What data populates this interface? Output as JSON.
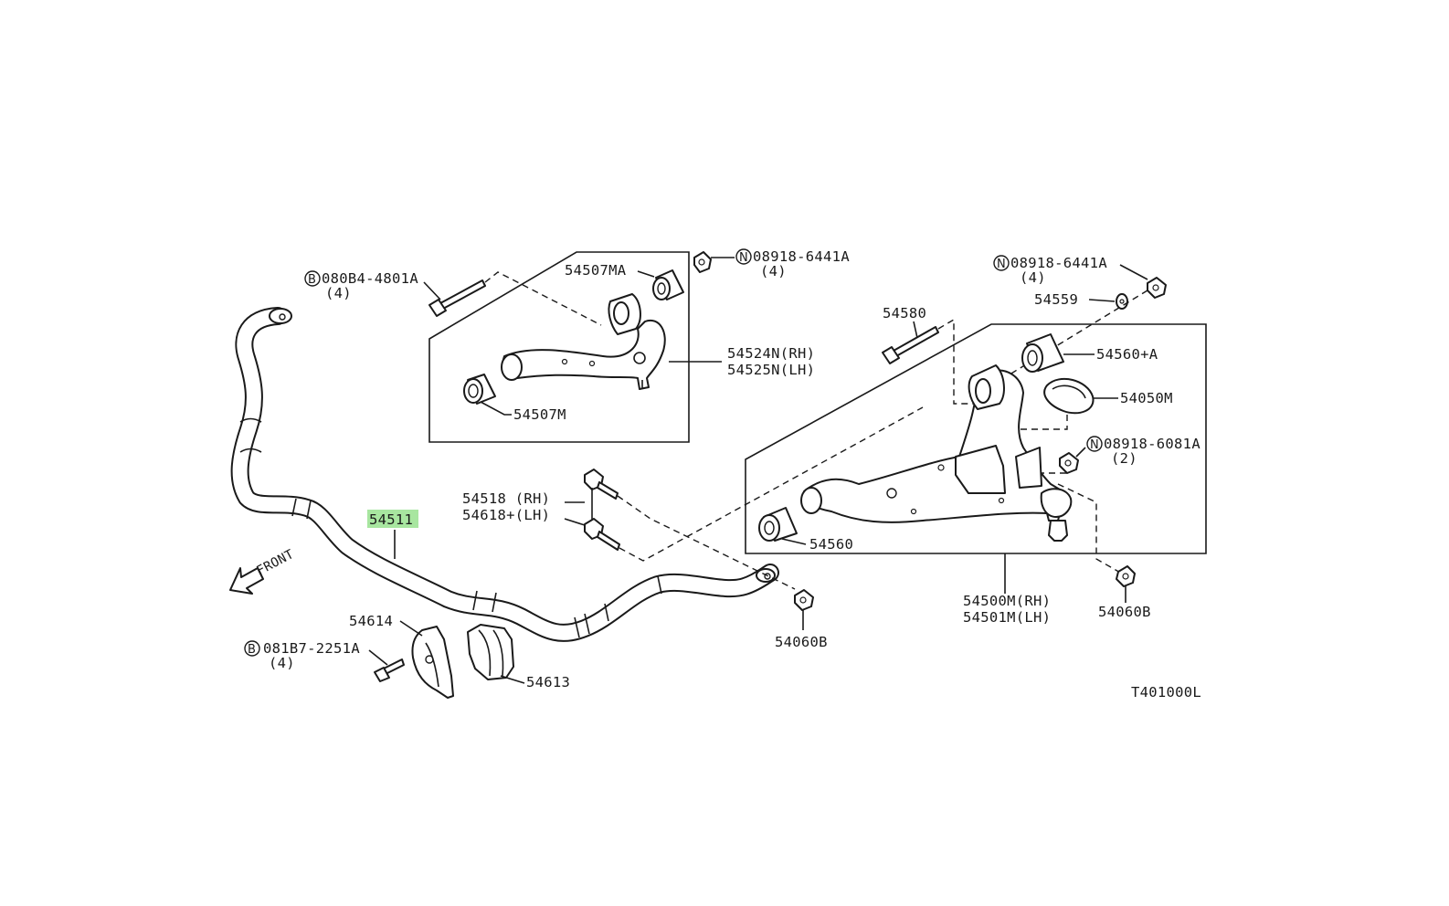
{
  "highlight_color": "#a8e6a0",
  "labels": {
    "stabilizer_bar": "54511",
    "bolt_top_left": "080B4-4801A",
    "bolt_top_left_qty": "(4)",
    "bolt_top_left_prefix": "B",
    "upper_bushing_a": "54507MA",
    "nut_upper": "08918-6441A",
    "nut_upper_qty": "(4)",
    "nut_upper_prefix": "N",
    "upper_arm_rh": "54524N(RH)",
    "upper_arm_lh": "54525N(LH)",
    "upper_bushing_m": "54507M",
    "bolt_lower": "54580",
    "nut_lower_top": "08918-6441A",
    "nut_lower_top_qty": "(4)",
    "nut_lower_top_prefix": "N",
    "washer": "54559",
    "lower_bushing_a": "54560+A",
    "dust_cover": "54050M",
    "nut_balljoint": "08918-6081A",
    "nut_balljoint_qty": "(2)",
    "nut_balljoint_prefix": "N",
    "link_rh": "54518 (RH)",
    "link_lh": "54618+(LH)",
    "lower_bushing": "54560",
    "lower_arm_rh": "54500M(RH)",
    "lower_arm_lh": "54501M(LH)",
    "nut_link_right": "54060B",
    "nut_link_left": "54060B",
    "bracket": "54614",
    "bolt_bracket": "081B7-2251A",
    "bolt_bracket_qty": "(4)",
    "bolt_bracket_prefix": "B",
    "bushing_bar": "54613",
    "front_indicator": "FRONT",
    "diagram_code": "T401000L"
  },
  "icons": {
    "front_arrow": "front-arrow-icon"
  }
}
